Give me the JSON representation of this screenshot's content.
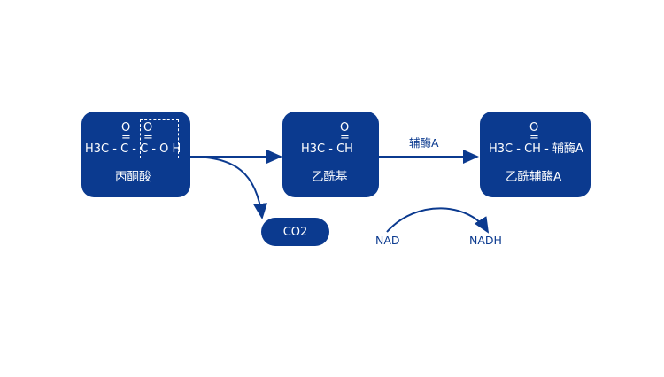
{
  "nodes": {
    "pyruvate": {
      "formula_parts": [
        "H3C - C - C - O H"
      ],
      "oxygen_top_1": "O",
      "oxygen_top_2": "O",
      "double_bond": "=",
      "caption": "丙酮酸"
    },
    "acetyl": {
      "formula": "H3C - CH",
      "oxygen_top": "O",
      "double_bond": "=",
      "caption": "乙酰基"
    },
    "acetyl_coa": {
      "formula": "H3C - CH - 辅酶A",
      "oxygen_top": "O",
      "double_bond": "=",
      "caption": "乙酰辅酶A"
    },
    "co2": {
      "label": "CO2"
    }
  },
  "edge_labels": {
    "coenzyme": "辅酶A",
    "nad": "NAD",
    "nadh": "NADH"
  },
  "colors": {
    "primary": "#0b3a8f",
    "text_on_primary": "#ffffff",
    "background": "#ffffff"
  }
}
